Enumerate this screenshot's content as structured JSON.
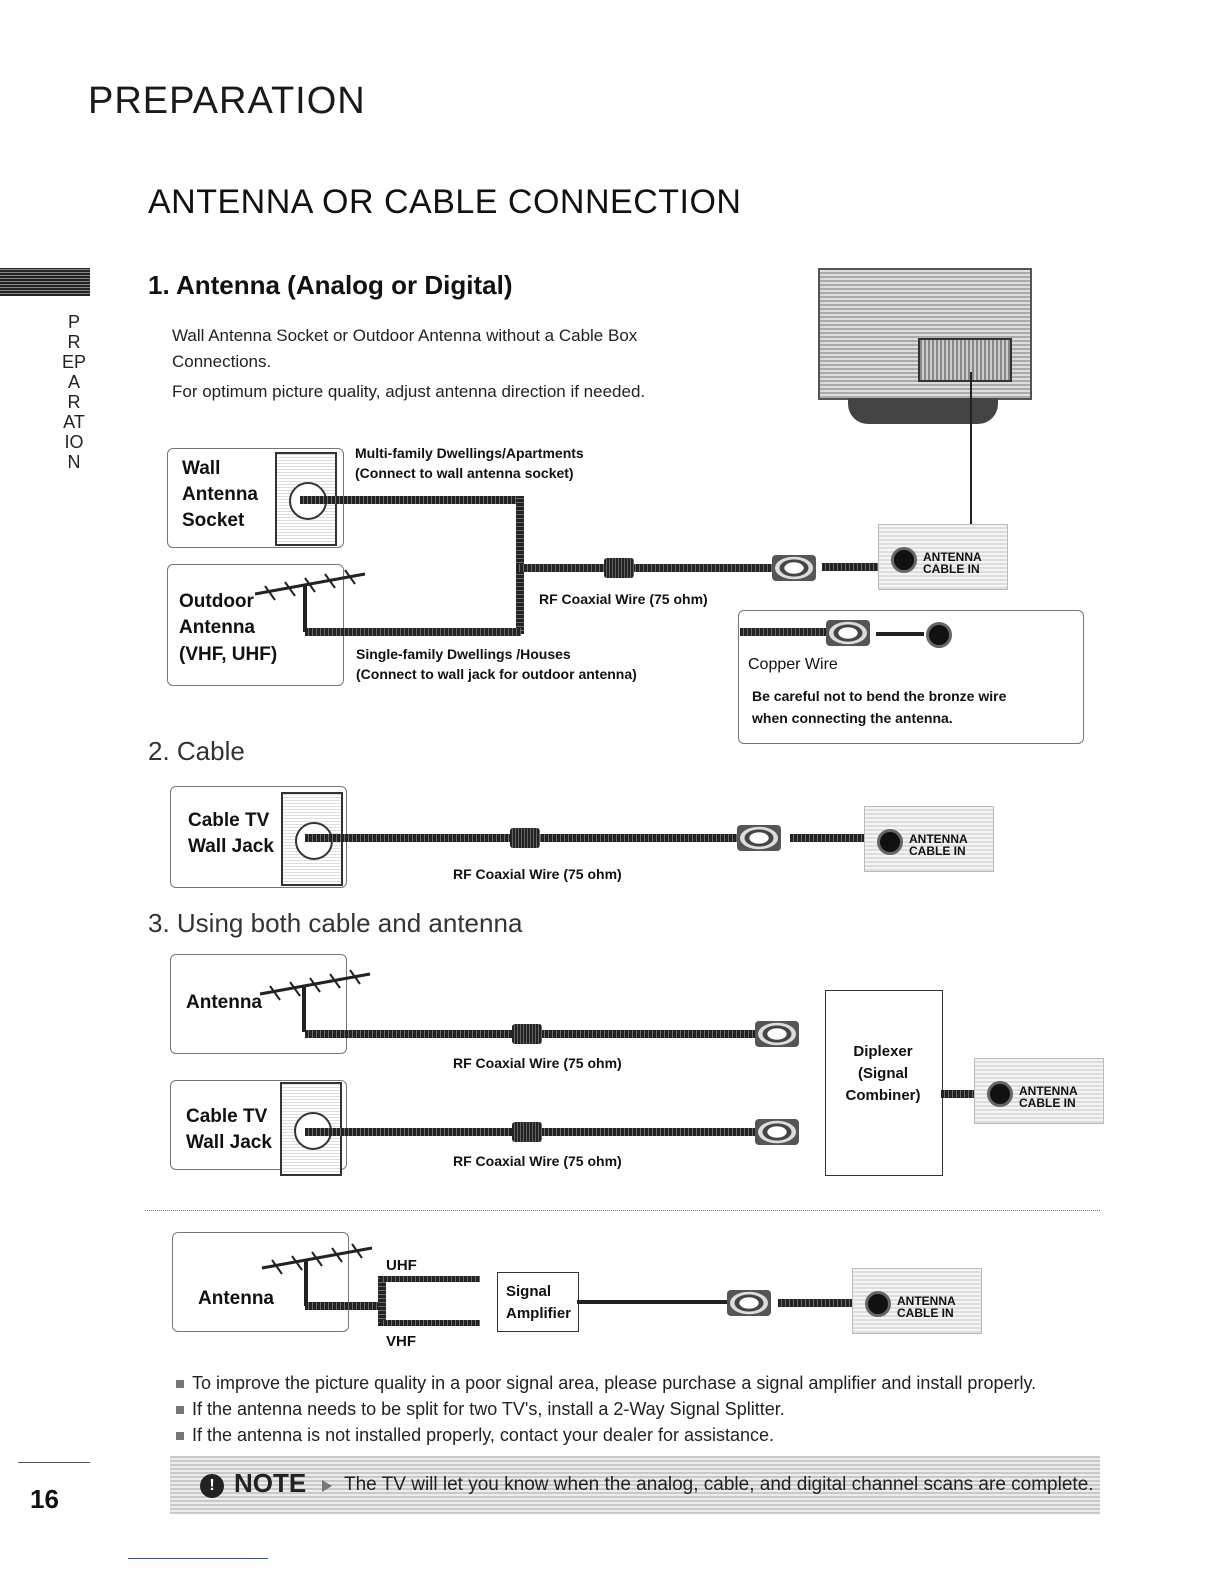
{
  "header": {
    "section": "PREPARATION",
    "title": "ANTENNA OR CABLE CONNECTION",
    "side_tab": "PREPARATION"
  },
  "section1": {
    "heading": "1. Antenna (Analog or Digital)",
    "desc_line1": "Wall Antenna Socket or Outdoor Antenna without a Cable Box",
    "desc_line2": "Connections.",
    "desc_line3": "For optimum picture quality, adjust antenna direction if needed.",
    "wall_label_1": "Wall",
    "wall_label_2": "Antenna",
    "wall_label_3": "Socket",
    "multi_1": "Multi-family Dwellings/Apartments",
    "multi_2": "(Connect to wall antenna socket)",
    "outdoor_1": "Outdoor",
    "outdoor_2": "Antenna",
    "outdoor_3": "(VHF, UHF)",
    "rf_wire": "RF Coaxial Wire (75 ohm)",
    "single_1": "Single-family Dwellings /Houses",
    "single_2": "(Connect to wall jack for outdoor antenna)",
    "copper": "Copper Wire",
    "caution_1": "Be careful not to bend the bronze wire",
    "caution_2": "when connecting the antenna."
  },
  "antenna_port": {
    "line1": "ANTENNA",
    "line2": "CABLE IN"
  },
  "section2": {
    "heading": "2. Cable",
    "jack_1": "Cable TV",
    "jack_2": "Wall Jack",
    "rf_wire": "RF Coaxial Wire (75 ohm)"
  },
  "section3": {
    "heading": "3. Using both cable and antenna",
    "antenna": "Antenna",
    "rf_wire_1": "RF Coaxial Wire (75 ohm)",
    "jack_1": "Cable TV",
    "jack_2": "Wall Jack",
    "rf_wire_2": "RF Coaxial Wire (75 ohm)",
    "diplexer_1": "Diplexer",
    "diplexer_2": "(Signal",
    "diplexer_3": "Combiner)"
  },
  "amplifier": {
    "antenna": "Antenna",
    "uhf": "UHF",
    "vhf": "VHF",
    "amp_1": "Signal",
    "amp_2": "Amplifier"
  },
  "bullets": [
    "To improve the picture quality in a poor signal area, please purchase a signal amplifier and install properly.",
    "If the antenna needs to be split for two TV's, install a 2-Way Signal Splitter.",
    "If the antenna is not installed properly, contact your dealer for assistance."
  ],
  "note": {
    "label": "NOTE",
    "text": "The TV will let you know when the analog, cable, and digital channel scans are complete."
  },
  "page_number": "16"
}
